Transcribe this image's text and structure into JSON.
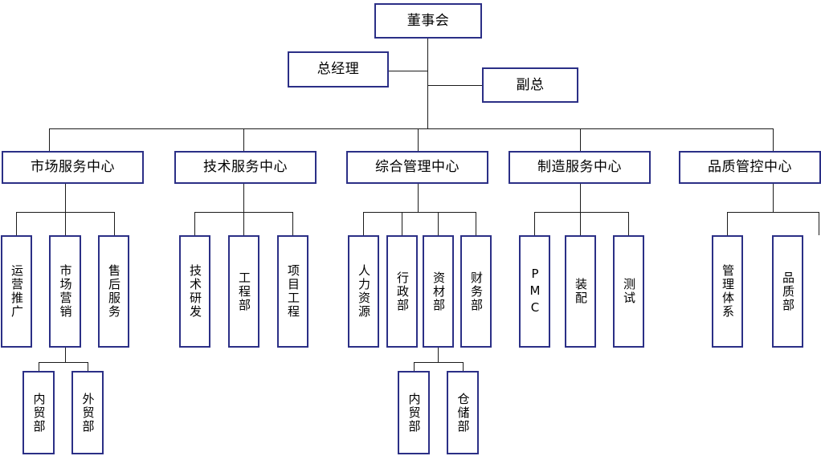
{
  "chart_title": "",
  "theme": {
    "box_border": "#2b2f86",
    "line_color": "#1b1b1b",
    "background": "#ffffff",
    "text_color": "#000000"
  },
  "org": {
    "board": {
      "label": "董事会"
    },
    "general_manager": {
      "label": "总经理"
    },
    "vice_president": {
      "label": "副总"
    },
    "centers": [
      {
        "label": "市场服务中心",
        "departments": [
          {
            "label": "运营推广",
            "subs": []
          },
          {
            "label": "市场营销",
            "subs": [
              {
                "label": "内贸部"
              },
              {
                "label": "外贸部"
              }
            ]
          },
          {
            "label": "售后服务",
            "subs": []
          }
        ]
      },
      {
        "label": "技术服务中心",
        "departments": [
          {
            "label": "技术研发",
            "subs": []
          },
          {
            "label": "工程部",
            "subs": []
          },
          {
            "label": "项目工程",
            "subs": []
          }
        ]
      },
      {
        "label": "综合管理中心",
        "departments": [
          {
            "label": "人力资源",
            "subs": []
          },
          {
            "label": "行政部",
            "subs": []
          },
          {
            "label": "资材部",
            "subs": [
              {
                "label": "内贸部"
              },
              {
                "label": "仓储部"
              }
            ]
          },
          {
            "label": "财务部",
            "subs": []
          }
        ]
      },
      {
        "label": "制造服务中心",
        "departments": [
          {
            "label": "PMC",
            "subs": []
          },
          {
            "label": "装配",
            "subs": []
          },
          {
            "label": "测试",
            "subs": []
          }
        ]
      },
      {
        "label": "品质管控中心",
        "departments": [
          {
            "label": "管理体系",
            "subs": []
          },
          {
            "label": "品质部",
            "subs": []
          }
        ]
      }
    ]
  }
}
